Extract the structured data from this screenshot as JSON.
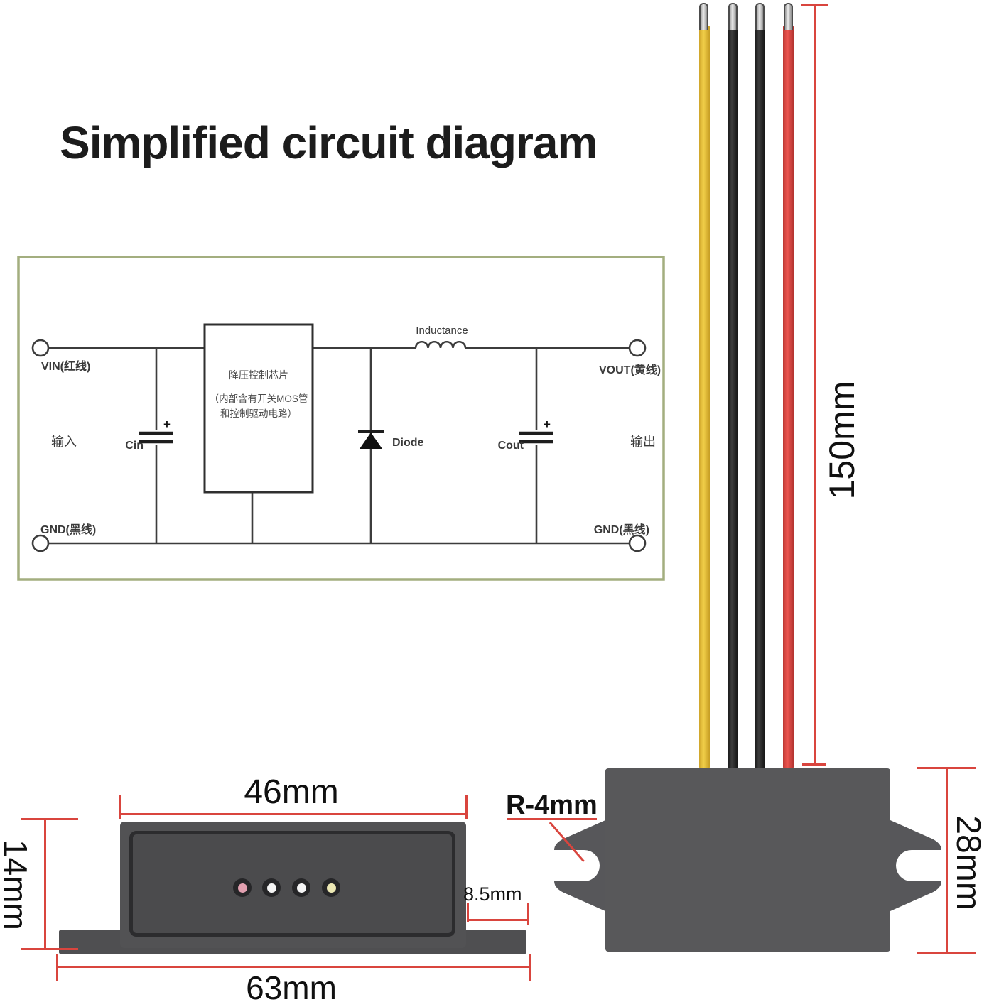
{
  "title": "Simplified circuit diagram",
  "circuit": {
    "vin": "VIN(红线)",
    "gnd_left": "GND(黑线)",
    "input": "输入",
    "cin": "Cin",
    "plus": "+",
    "chip_line1": "降压控制芯片",
    "chip_line2": "（内部含有开关MOS管",
    "chip_line3": "和控制驱动电路）",
    "inductance": "Inductance",
    "diode": "Diode",
    "cout": "Cout",
    "vout": "VOUT(黄线)",
    "output": "输出",
    "gnd_right": "GND(黑线)"
  },
  "dimensions": {
    "wire_length": "150mm",
    "body_width": "46mm",
    "body_height": "14mm",
    "base_width": "63mm",
    "flange_offset": "8.5mm",
    "slot_radius": "R-4mm",
    "device_height": "28mm"
  },
  "wires": [
    {
      "name": "yellow-wire",
      "color": "#f1cf49"
    },
    {
      "name": "black-wire-1",
      "color": "#2a2a2a"
    },
    {
      "name": "black-wire-2",
      "color": "#2a2a2a"
    },
    {
      "name": "red-wire",
      "color": "#ee5650"
    }
  ],
  "leds": [
    {
      "name": "led-red",
      "color": "#e2a0b0"
    },
    {
      "name": "led-white-1",
      "color": "#f5f5f5"
    },
    {
      "name": "led-white-2",
      "color": "#f5f5f5"
    },
    {
      "name": "led-yellow",
      "color": "#ece8b4"
    }
  ],
  "colors": {
    "dimension_red": "#d9453e",
    "device_gray": "#565658",
    "circuit_frame_green": "#a3ae7f",
    "line_dark": "#3c3c3c"
  }
}
